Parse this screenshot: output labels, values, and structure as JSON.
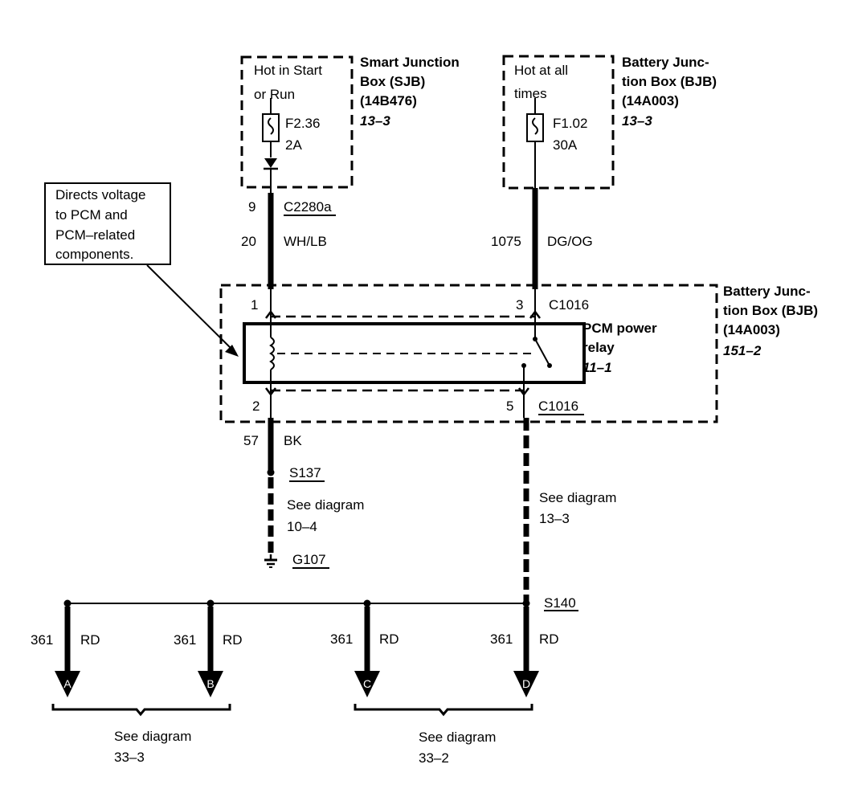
{
  "sjb": {
    "note_line1": "Hot in Start",
    "note_line2": "or Run",
    "title_line1": "Smart Junction",
    "title_line2": "Box (SJB)",
    "title_line3": "(14B476)",
    "ref": "13–3",
    "fuse": "F2.36",
    "fuse_rating": "2A"
  },
  "bjb_top": {
    "note_line1": "Hot at all",
    "note_line2": "times",
    "title_line1": "Battery Junc-",
    "title_line2": "tion Box (BJB)",
    "title_line3": "(14A003)",
    "ref": "13–3",
    "fuse": "F1.02",
    "fuse_rating": "30A"
  },
  "callout": {
    "line1": "Directs voltage",
    "line2": "to PCM and",
    "line3": "PCM–related",
    "line4": "components."
  },
  "left_wire": {
    "pin": "9",
    "connector": "C2280a",
    "circuit": "20",
    "color": "WH/LB"
  },
  "right_wire": {
    "circuit": "1075",
    "color": "DG/OG"
  },
  "bjb_main": {
    "title_line1": "Battery Junc-",
    "title_line2": "tion Box (BJB)",
    "title_line3": "(14A003)",
    "ref": "151–2"
  },
  "relay": {
    "label_line1": "PCM power",
    "label_line2": "relay",
    "ref": "11–1",
    "pin1": "1",
    "pin2": "2",
    "pin3": "3",
    "pin5": "5",
    "connector_top": "C1016",
    "connector_bottom": "C1016"
  },
  "ground": {
    "circuit": "57",
    "color": "BK",
    "splice": "S137",
    "see_line1": "See diagram",
    "see_line2": "10–4",
    "ground_id": "G107"
  },
  "output": {
    "see_line1": "See diagram",
    "see_line2": "13–3",
    "splice": "S140"
  },
  "branches": [
    {
      "circuit": "361",
      "color": "RD",
      "letter": "A"
    },
    {
      "circuit": "361",
      "color": "RD",
      "letter": "B"
    },
    {
      "circuit": "361",
      "color": "RD",
      "letter": "C"
    },
    {
      "circuit": "361",
      "color": "RD",
      "letter": "D"
    }
  ],
  "refs": [
    {
      "line1": "See diagram",
      "line2": "33–3"
    },
    {
      "line1": "See diagram",
      "line2": "33–2"
    }
  ]
}
